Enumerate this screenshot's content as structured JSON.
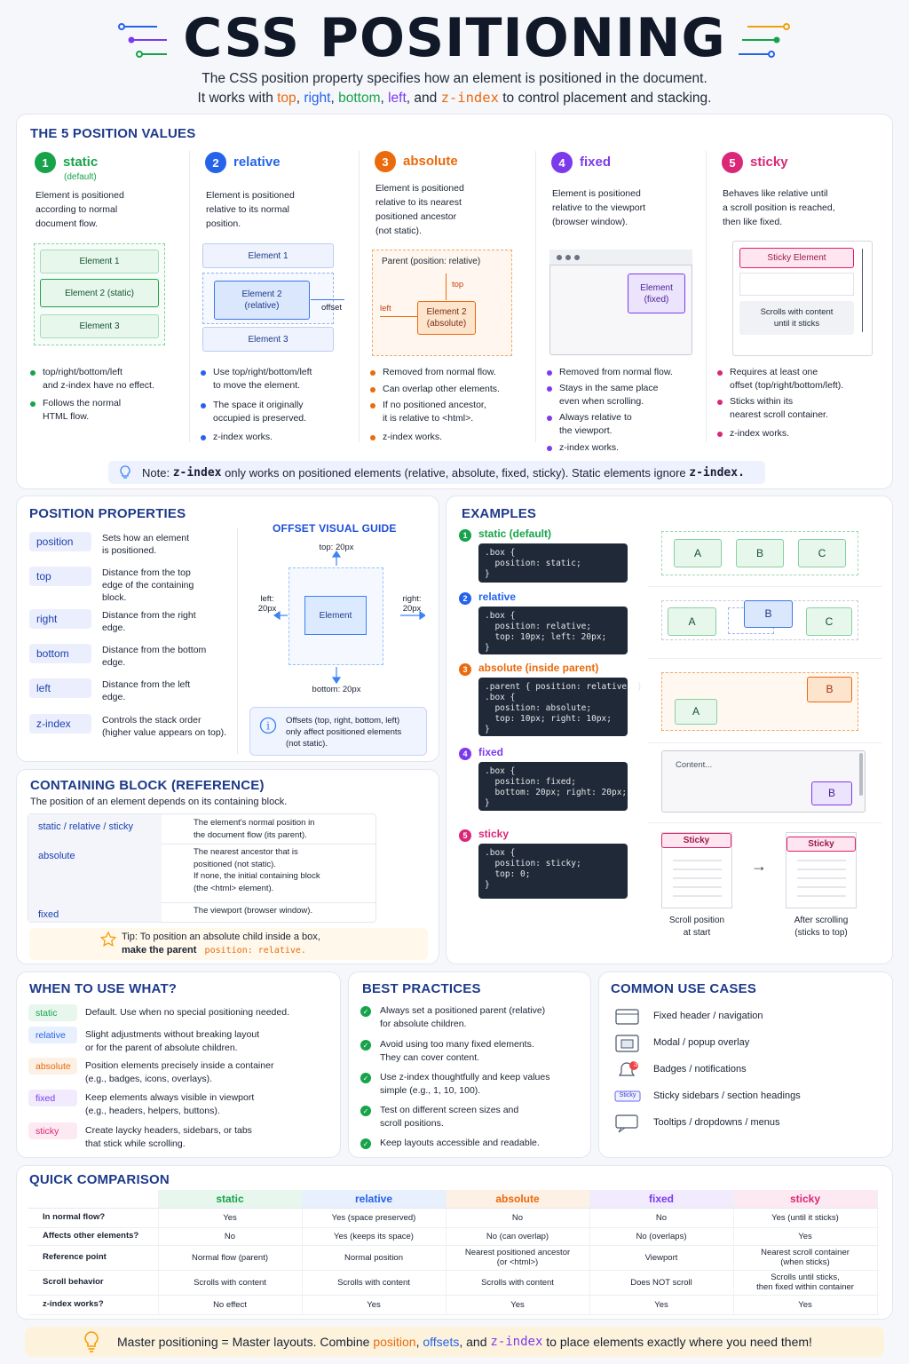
{
  "header": {
    "title": "CSS POSITIONING",
    "subtitle1": "The CSS position property specifies how an element is positioned in the document.",
    "sub2_pre": "It works with",
    "sub2_top": "top",
    "sub2_c1": ",",
    "sub2_right": "right",
    "sub2_c2": ",",
    "sub2_bottom": "bottom",
    "sub2_c3": ",",
    "sub2_left": "left",
    "sub2_and": ", and",
    "sub2_z": "z-index",
    "sub2_post": "to control placement and stacking."
  },
  "values_section": {
    "title": "THE 5 POSITION VALUES",
    "cols": [
      {
        "num": "1",
        "name": "static",
        "sub": "(default)",
        "desc": "Element is positioned\naccording to normal\ndocument flow.",
        "bullets": [
          "top/right/bottom/left\nand z-index have no effect.",
          "Follows the normal\nHTML flow."
        ],
        "demo": [
          "Element 1",
          "Element 2 (static)",
          "Element 3"
        ]
      },
      {
        "num": "2",
        "name": "relative",
        "desc": "Element is positioned\nrelative to its normal\nposition.",
        "bullets": [
          "Use top/right/bottom/left\nto move the element.",
          "The space it originally\noccupied is preserved.",
          "z-index works."
        ],
        "demo": [
          "Element 1",
          "Element 2\n(relative)",
          "Element 3",
          "offset"
        ]
      },
      {
        "num": "3",
        "name": "absolute",
        "desc": "Element is positioned\nrelative to its nearest\npositioned ancestor\n(not static).",
        "bullets": [
          "Removed from normal flow.",
          "Can overlap other elements.",
          "If no positioned ancestor,\nit is relative to <html>.",
          "z-index works."
        ],
        "demo": [
          "Parent (position: relative)",
          "top",
          "left",
          "Element 2\n(absolute)"
        ]
      },
      {
        "num": "4",
        "name": "fixed",
        "desc": "Element is positioned\nrelative to the viewport\n(browser window).",
        "bullets": [
          "Removed from normal flow.",
          "Stays in the same place\neven when scrolling.",
          "Always relative to\nthe viewport.",
          "z-index works."
        ],
        "demo": [
          "Element\n(fixed)"
        ]
      },
      {
        "num": "5",
        "name": "sticky",
        "desc": "Behaves like relative until\na scroll position is reached,\nthen like fixed.",
        "bullets": [
          "Requires at least one\noffset (top/right/bottom/left).",
          "Sticks within its\nnearest scroll container.",
          "z-index works."
        ],
        "demo": [
          "Sticky Element",
          "Scrolls with content\nuntil it sticks"
        ]
      }
    ],
    "note_pre": "Note:",
    "note_z": "z-index",
    "note_post": "only works on positioned elements (relative, absolute, fixed, sticky). Static elements ignore",
    "note_z2": "z-index."
  },
  "properties": {
    "title": "POSITION PROPERTIES",
    "items": [
      {
        "name": "position",
        "desc": "Sets how an element\nis positioned."
      },
      {
        "name": "top",
        "desc": "Distance from the top\nedge of the containing\nblock."
      },
      {
        "name": "right",
        "desc": "Distance from the right\nedge."
      },
      {
        "name": "bottom",
        "desc": "Distance from the bottom\nedge."
      },
      {
        "name": "left",
        "desc": "Distance from the left\nedge."
      },
      {
        "name": "z-index",
        "desc": "Controls the stack order\n(higher value appears on top)."
      }
    ],
    "guide_title": "OFFSET VISUAL GUIDE",
    "g_top": "top: 20px",
    "g_left": "left:\n20px",
    "g_right": "right:\n20px",
    "g_bottom": "bottom: 20px",
    "g_el": "Element",
    "info": "Offsets (top, right, bottom, left)\nonly affect positioned elements\n(not static)."
  },
  "containing": {
    "title": "CONTAINING BLOCK (REFERENCE)",
    "sub": "The position of an element depends on its containing block.",
    "rows": [
      {
        "k": "static / relative / sticky",
        "v": "The element's normal position in\nthe document flow (its parent)."
      },
      {
        "k": "absolute",
        "v": "The nearest ancestor that is\npositioned (not static).\nIf none, the initial containing block\n(the <html> element)."
      },
      {
        "k": "fixed",
        "v": "The viewport (browser window)."
      }
    ],
    "tip1": "Tip: To position an absolute child inside a box,",
    "tip2": "make the parent",
    "tip_code": "position: relative."
  },
  "examples": {
    "title": "EXAMPLES",
    "items": [
      {
        "num": "1",
        "label": "static (default)",
        "code": ".box {\n  position: static;\n}",
        "boxes": [
          "A",
          "B",
          "C"
        ]
      },
      {
        "num": "2",
        "label": "relative",
        "code": ".box {\n  position: relative;\n  top: 10px; left: 20px;\n}",
        "boxes": [
          "A",
          "B",
          "C"
        ]
      },
      {
        "num": "3",
        "label": "absolute (inside parent)",
        "code": ".parent { position: relative; }\n.box {\n  position: absolute;\n  top: 10px; right: 10px;\n}",
        "boxes": [
          "A",
          "B"
        ]
      },
      {
        "num": "4",
        "label": "fixed",
        "code": ".box {\n  position: fixed;\n  bottom: 20px; right: 20px;\n}",
        "content": "Content...",
        "boxes": [
          "B"
        ]
      },
      {
        "num": "5",
        "label": "sticky",
        "code": ".box {\n  position: sticky;\n  top: 0;\n}",
        "sticky": "Sticky",
        "cap1": "Scroll position\nat start",
        "cap2": "After scrolling\n(sticks to top)"
      }
    ]
  },
  "when": {
    "title": "WHEN TO USE WHAT?",
    "items": [
      {
        "tag": "static",
        "text": "Default. Use when no special positioning needed."
      },
      {
        "tag": "relative",
        "text": "Slight adjustments without breaking layout\nor for the parent of absolute children."
      },
      {
        "tag": "absolute",
        "text": "Position elements precisely inside a container\n(e.g., badges, icons, overlays)."
      },
      {
        "tag": "fixed",
        "text": "Keep elements always visible in viewport\n(e.g., headers, helpers, buttons)."
      },
      {
        "tag": "sticky",
        "text": "Create laycky headers, sidebars, or tabs\nthat stick while scrolling."
      }
    ]
  },
  "best": {
    "title": "BEST PRACTICES",
    "items": [
      "Always set a positioned parent (relative)\nfor absolute children.",
      "Avoid using too many fixed elements.\nThey can cover content.",
      "Use z-index thoughtfully and keep values\nsimple (e.g., 1, 10, 100).",
      "Test on different screen sizes and\nscroll positions.",
      "Keep layouts accessible and readable."
    ]
  },
  "usecases": {
    "title": "COMMON USE CASES",
    "items": [
      "Fixed header / navigation",
      "Modal / popup overlay",
      "Badges / notifications",
      "Sticky sidebars / section headings",
      "Tooltips / dropdowns / menus"
    ],
    "badge_num": "3",
    "sticky_tag": "Sticky"
  },
  "comparison": {
    "title": "QUICK COMPARISON",
    "cols": [
      "static",
      "relative",
      "absolute",
      "fixed",
      "sticky"
    ],
    "rows": [
      {
        "label": "In normal flow?",
        "vals": [
          "Yes",
          "Yes (space preserved)",
          "No",
          "No",
          "Yes (until it sticks)"
        ]
      },
      {
        "label": "Affects other elements?",
        "vals": [
          "No",
          "Yes (keeps its space)",
          "No (can overlap)",
          "No (overlaps)",
          "Yes"
        ]
      },
      {
        "label": "Reference point",
        "vals": [
          "Normal flow (parent)",
          "Normal position",
          "Nearest positioned ancestor\n(or <html>)",
          "Viewport",
          "Nearest scroll container\n(when sticks)"
        ]
      },
      {
        "label": "Scroll behavior",
        "vals": [
          "Scrolls with content",
          "Scrolls with content",
          "Scrolls with content",
          "Does NOT scroll",
          "Scrolls until sticks,\nthen fixed within container"
        ]
      },
      {
        "label": "z-index works?",
        "vals": [
          "No effect",
          "Yes",
          "Yes",
          "Yes",
          "Yes"
        ]
      }
    ]
  },
  "footer": {
    "pre": "Master positioning = Master layouts.  Combine",
    "position": "position",
    "c1": ",",
    "offsets": "offsets",
    "and": ", and",
    "z": "z-index",
    "post": "to place elements exactly where you need them!"
  },
  "colors": {
    "static": "#16a34a",
    "relative": "#2563eb",
    "absolute": "#ea6a0c",
    "fixed": "#7c3aed",
    "sticky": "#db2777",
    "heading": "#1e3a8a"
  }
}
